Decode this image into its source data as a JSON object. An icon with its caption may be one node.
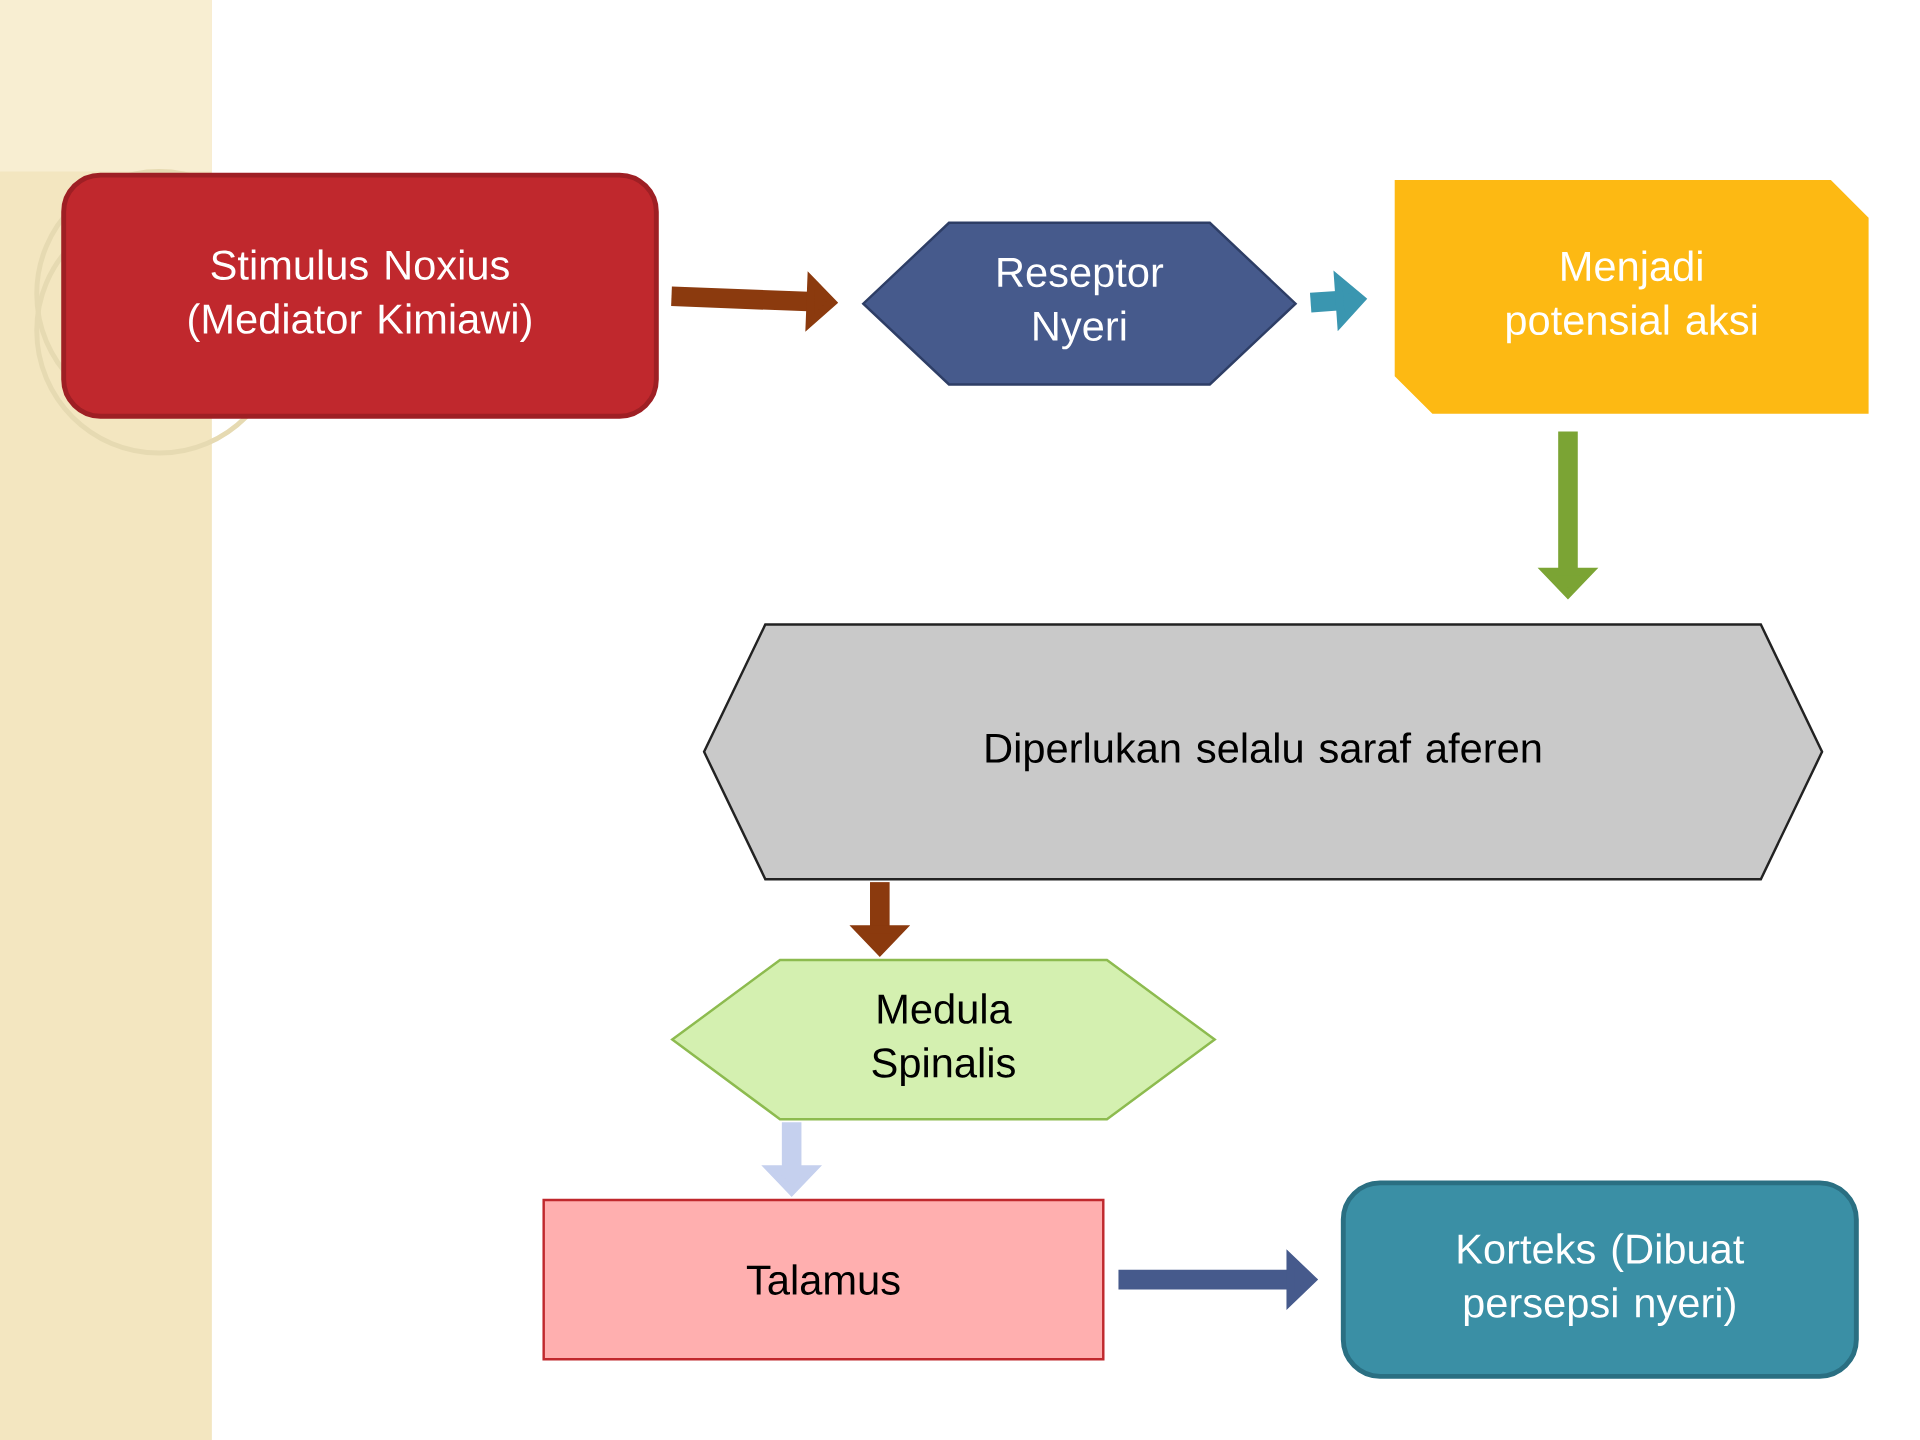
{
  "diagram": {
    "nodes": [
      {
        "text": [
          "Stimulus Noxius (Mediator Kimiawi)"
        ]
      },
      {
        "text": [
          "Reseptor Nyeri"
        ]
      },
      {
        "text": [
          "Menjadi potensial aksi"
        ]
      },
      {
        "text": [
          "Diperlukan selalu saraf aferen"
        ]
      },
      {
        "text": [
          "Medula Spinalis"
        ]
      },
      {
        "text": [
          "Talamus"
        ]
      },
      {
        "text": [
          "Korteks (Dibuat persepsi nyeri)"
        ]
      }
    ],
    "edges": [
      {
        "from": 0,
        "to": 1,
        "arrow": "to",
        "color": "#8b3a0e"
      },
      {
        "from": 1,
        "to": 2,
        "arrow": "to",
        "color": "#3a96b0"
      },
      {
        "from": 2,
        "to": 3,
        "arrow": "to",
        "color": "#7ba434"
      },
      {
        "from": 3,
        "to": 4,
        "arrow": "to",
        "color": "#8b3a0e"
      },
      {
        "from": 4,
        "to": 5,
        "arrow": "to",
        "color": "#c5d0ee"
      },
      {
        "from": 5,
        "to": 6,
        "arrow": "to",
        "color": "#465a8c"
      }
    ]
  }
}
